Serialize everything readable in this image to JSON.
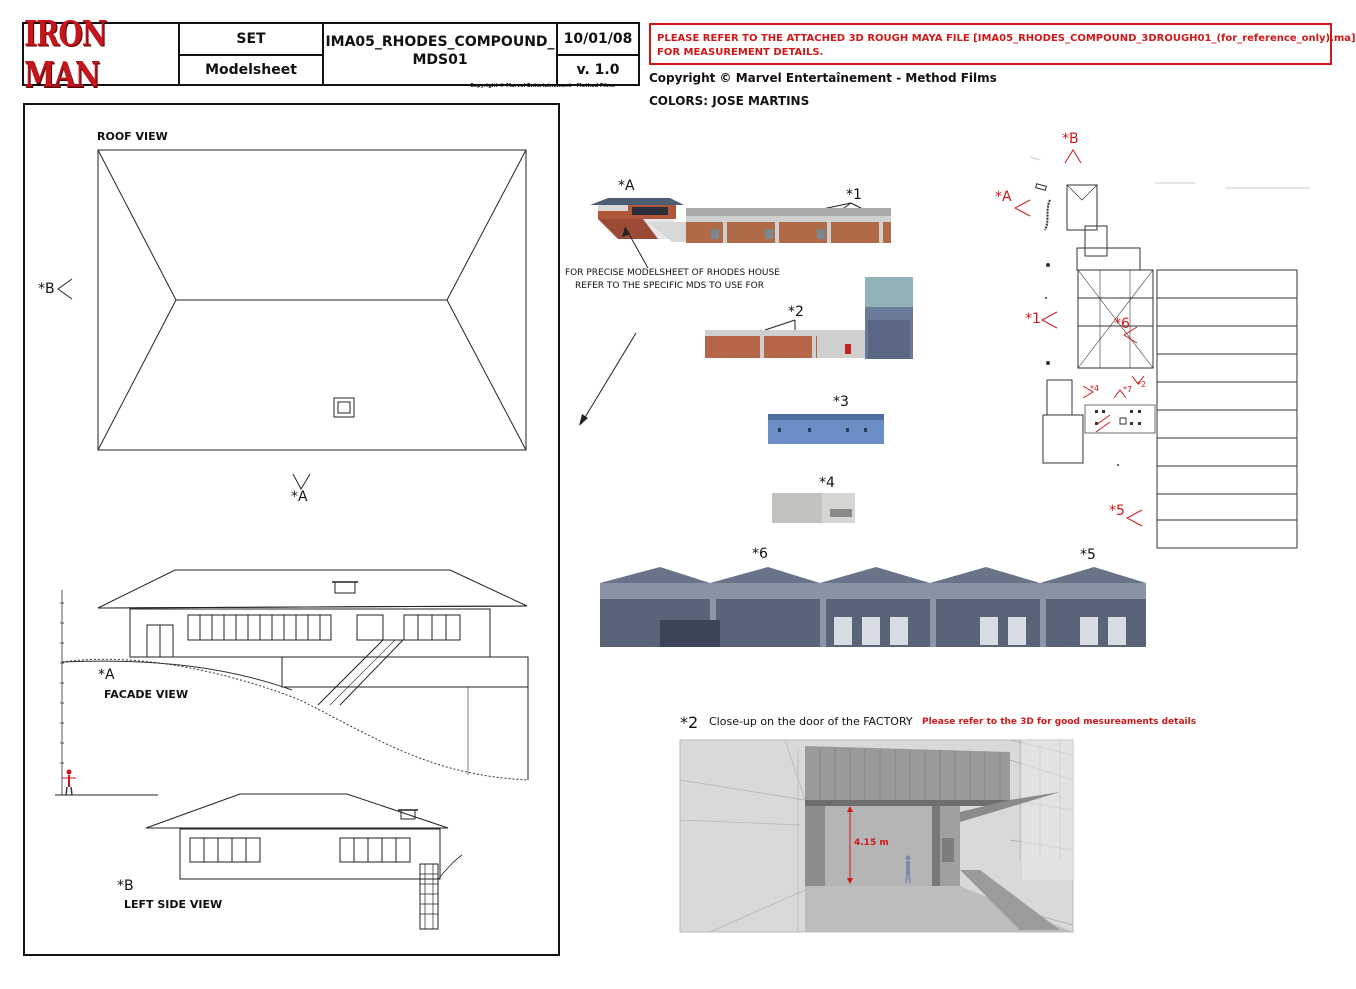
{
  "title_block": {
    "logo_text": "IRON MAN",
    "set_label": "SET",
    "sheet_type": "Modelsheet",
    "file_name_line1": "IMA05_RHODES_COMPOUND_",
    "file_name_line2": "MDS01",
    "date": "10/01/08",
    "version": "v. 1.0",
    "copyright_small": "Copyright © Marvel Entertainement - Method Films"
  },
  "notice": {
    "line1": "PLEASE REFER TO THE ATTACHED 3D ROUGH MAYA FILE [IMA05_RHODES_COMPOUND_3DROUGH01_(for_reference_only).ma]",
    "line2": "FOR MEASUREMENT DETAILS.",
    "color": "#d01818"
  },
  "copyright": "Copyright © Marvel Entertaînement - Method Films",
  "colors_credit": "COLORS: JOSE MARTINS",
  "left_panel": {
    "roof_view_label": "ROOF VIEW",
    "marker_b": "*B",
    "marker_a": "*A",
    "facade_marker": "*A",
    "facade_label": "FACADE VIEW",
    "left_side_marker": "*B",
    "left_side_label": "LEFT SIDE VIEW"
  },
  "references": {
    "ref_a": "*A",
    "ref_1": "*1",
    "note_line1": "FOR PRECISE MODELSHEET OF RHODES HOUSE",
    "note_line2": "REFER TO THE SPECIFIC MDS TO USE FOR",
    "ref_2": "*2",
    "ref_3": "*3",
    "ref_4": "*4",
    "ref_6": "*6",
    "ref_5": "*5"
  },
  "plan": {
    "b": "*B",
    "a": "*A",
    "one": "*1",
    "six": "*6",
    "four": "*4",
    "seven": "*7",
    "two": "*2",
    "five": "*5"
  },
  "closeup": {
    "marker": "*2",
    "title": "Close-up on the door of the FACTORY",
    "note": "Please refer to the 3D for good mesureaments details",
    "measurement": "4.15 m"
  }
}
